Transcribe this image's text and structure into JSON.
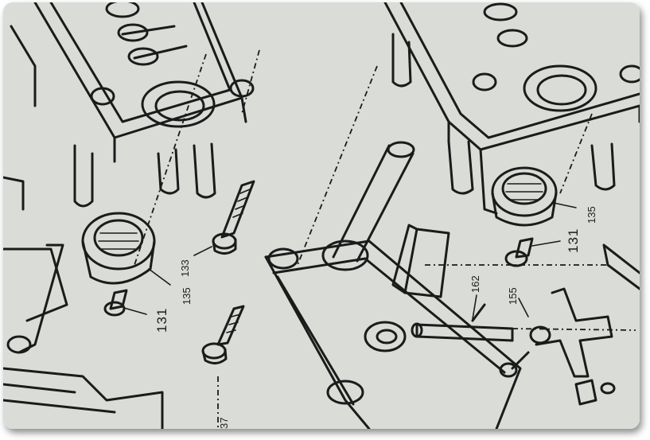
{
  "callouts": [
    {
      "text": "133"
    },
    {
      "text": "135"
    },
    {
      "text": "131"
    },
    {
      "text": "135"
    },
    {
      "text": "131"
    },
    {
      "text": "162"
    },
    {
      "text": "155"
    },
    {
      "text": "37"
    }
  ],
  "colors": {
    "paper": "#d9dcd7",
    "ink": "#1b1b1b"
  }
}
